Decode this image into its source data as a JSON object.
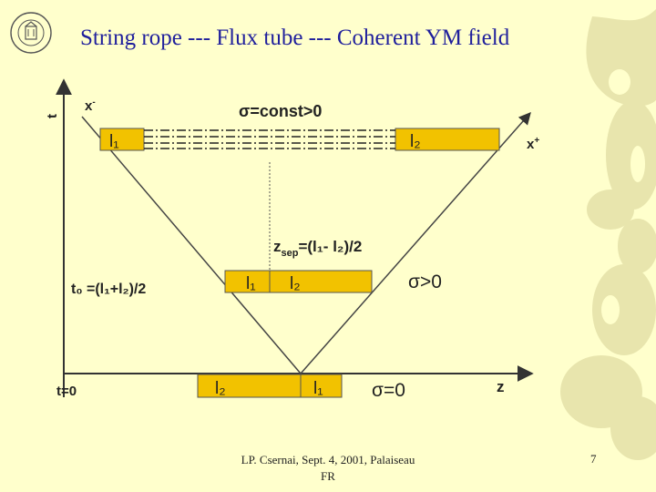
{
  "title": "String rope --- Flux tube --- Coherent YM field",
  "footer": {
    "line1": "LP. Csernai, Sept. 4, 2001, Palaiseau",
    "line2": "FR",
    "page": "7"
  },
  "seal_text": "UNIVERSITAS BERGENSIS",
  "diagram": {
    "axis_t": "t",
    "axis_z": "z",
    "axis_xminus": "x",
    "axis_xminus_sup": "-",
    "axis_xplus": "x",
    "axis_xplus_sup": "+",
    "sigma_const": "σ=const>0",
    "sigma_pos": "σ>0",
    "sigma_zero": "σ=0",
    "t_zero": "t=0",
    "t0_label": "t₀ =(l₁+l₂)/2",
    "zsep_label": "z",
    "zsep_sub": "sep",
    "zsep_rest": "=(l₁- l₂)/2",
    "top_l1": "l₁",
    "top_l2": "l₂",
    "mid_l1": "l₁",
    "mid_l2": "l₂",
    "bot_l2": "l₂",
    "bot_l1": "l₁"
  },
  "colors": {
    "title": "#1f1f9c",
    "background": "#ffffcc",
    "tube_fill": "#f2c200",
    "owl": "#e6e3a8"
  }
}
